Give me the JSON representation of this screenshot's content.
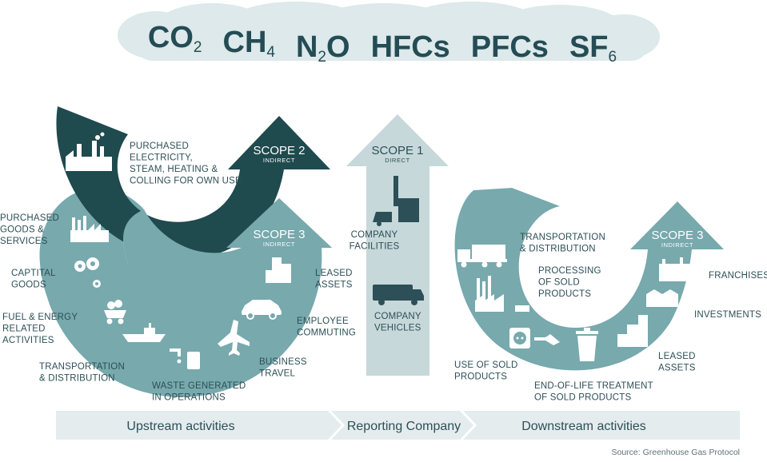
{
  "gases": [
    {
      "base": "CO",
      "sub": "2"
    },
    {
      "base": "CH",
      "sub": "4"
    },
    {
      "base": "N",
      "sub": "2",
      "tail": "O"
    },
    {
      "base": "HFCs",
      "sub": ""
    },
    {
      "base": "PFCs",
      "sub": ""
    },
    {
      "base": "SF",
      "sub": "6"
    }
  ],
  "scope2": {
    "title": "SCOPE 2",
    "tag": "INDIRECT",
    "label_lines": [
      "PURCHASED",
      "ELECTRICITY,",
      "STEAM, HEATING &",
      "COLLING FOR OWN USE"
    ]
  },
  "scope1": {
    "title": "SCOPE 1",
    "tag": "DIRECT",
    "facilities_lines": [
      "COMPANY",
      "FACILITIES"
    ],
    "vehicles_lines": [
      "COMPANY",
      "VEHICLES"
    ]
  },
  "scope3_up": {
    "title": "SCOPE 3",
    "tag": "INDIRECT",
    "purchased_goods_lines": [
      "PURCHASED",
      "GOODS &",
      "SERVICES"
    ],
    "capital_goods_lines": [
      "CAPTITAL",
      "GOODS"
    ],
    "fuel_energy_lines": [
      "FUEL & ENERGY",
      "RELATED",
      "ACTIVITIES"
    ],
    "transport_lines": [
      "TRANSPORTATION",
      "& DISTRIBUTION"
    ],
    "waste_lines": [
      "WASTE GENERATED",
      "IN OPERATIONS"
    ],
    "business_travel_lines": [
      "BUSINESS",
      "TRAVEL"
    ],
    "employee_commuting_lines": [
      "EMPLOYEE",
      "COMMUTING"
    ],
    "leased_assets_lines": [
      "LEASED",
      "ASSETS"
    ]
  },
  "scope3_down": {
    "title": "SCOPE 3",
    "tag": "INDIRECT",
    "transport_lines": [
      "TRANSPORTATION",
      "& DISTRIBUTION"
    ],
    "processing_lines": [
      "PROCESSING",
      "OF SOLD",
      "PRODUCTS"
    ],
    "use_lines": [
      "USE OF SOLD",
      "PRODUCTS"
    ],
    "eol_lines": [
      "END-OF-LIFE TREATMENT",
      "OF SOLD PRODUCTS"
    ],
    "leased_assets_lines": [
      "LEASED",
      "ASSETS"
    ],
    "investments_lines": [
      "INVESTMENTS"
    ],
    "franchises_lines": [
      "FRANCHISES"
    ]
  },
  "bands": {
    "upstream": "Upstream activities",
    "reporting": "Reporting Company",
    "downstream": "Downstream activities"
  },
  "source": "Source: Greenhouse Gas Protocol",
  "colors": {
    "dark": "#1f4a4e",
    "teal": "#77a9ad",
    "light": "#c6d8da",
    "cloud": "#dde9ea",
    "band": "#e4ecee"
  }
}
